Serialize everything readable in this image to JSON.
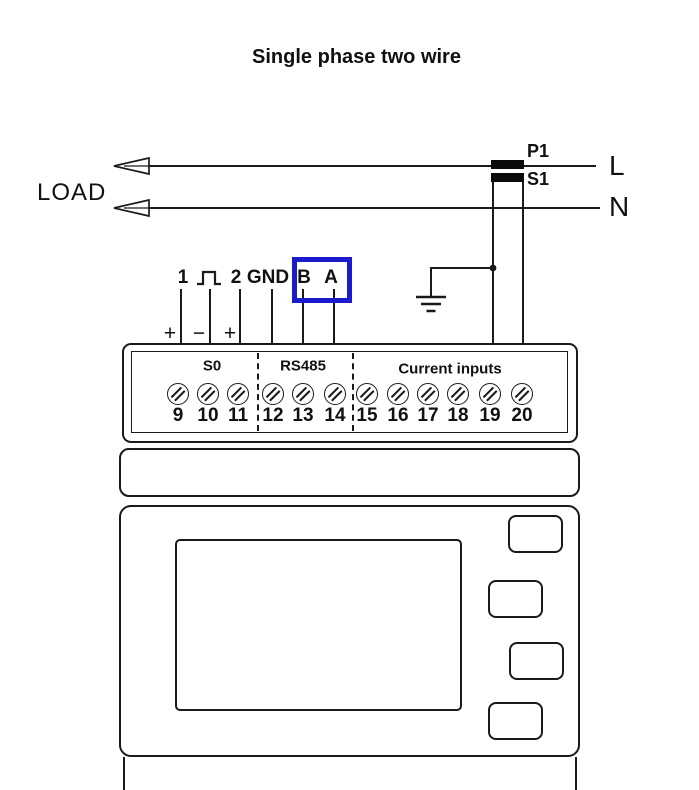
{
  "title": "Single phase two wire",
  "load_label": "LOAD",
  "mains": {
    "line": "L",
    "neutral": "N"
  },
  "ct": {
    "p1": "P1",
    "s1": "S1"
  },
  "aux": {
    "t1": "1",
    "t2": "2",
    "gnd": "GND",
    "b": "B",
    "a": "A",
    "plus_left": "+",
    "minus": "−",
    "plus_right": "+"
  },
  "terminal_block": {
    "sections": {
      "s0": "S0",
      "rs485": "RS485",
      "current_inputs": "Current inputs"
    },
    "numbers": [
      "9",
      "10",
      "11",
      "12",
      "13",
      "14",
      "15",
      "16",
      "17",
      "18",
      "19",
      "20"
    ]
  },
  "colors": {
    "highlight": "#1b1bcc",
    "line": "#1a1a1a"
  }
}
